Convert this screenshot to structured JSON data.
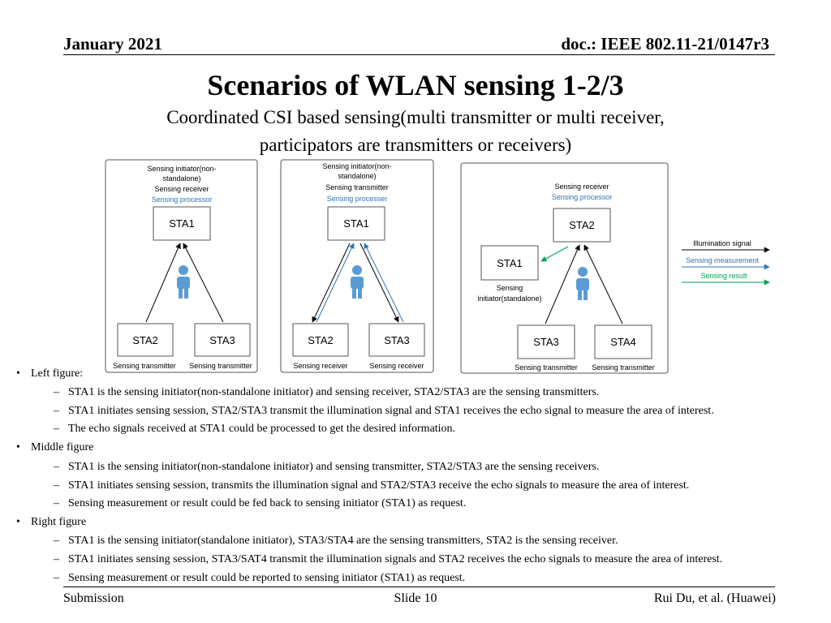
{
  "header": {
    "date": "January 2021",
    "doc": "doc.: IEEE 802.11-21/0147r3"
  },
  "title": "Scenarios of WLAN sensing 1-2/3",
  "subtitle": {
    "line1": "Coordinated CSI based sensing(multi transmitter or multi receiver,",
    "line2": "participators are transmitters or receivers)"
  },
  "colors": {
    "illumination": "#000000",
    "measurement": "#2e75b6",
    "result": "#00a050",
    "person": "#5b9bd5"
  },
  "diagram": {
    "left": {
      "role_lines": [
        "Sensing initiator(non-",
        "standalone)",
        "Sensing receiver"
      ],
      "processor": "Sensing processor",
      "top_sta": "STA1",
      "bottom_stas": [
        "STA2",
        "STA3"
      ],
      "bottom_labels": [
        "Sensing transmitter",
        "Sensing transmitter"
      ]
    },
    "middle": {
      "role_lines": [
        "Sensing initiator(non-",
        "standalone)",
        "Sensing transmitter"
      ],
      "processor": "Sensing processer",
      "top_sta": "STA1",
      "bottom_stas": [
        "STA2",
        "STA3"
      ],
      "bottom_labels": [
        "Sensing receiver",
        "Sensing receiver"
      ]
    },
    "right": {
      "role_line": "Sensing receiver",
      "processor": "Sensing processor",
      "top_sta": "STA2",
      "side_sta": "STA1",
      "side_labels": [
        "Sensing",
        "initiator(standalone)"
      ],
      "bottom_stas": [
        "STA3",
        "STA4"
      ],
      "bottom_labels": [
        "Sensing transmitter",
        "Sensing transmitter"
      ]
    },
    "legend": {
      "illumination": "Illumination signal",
      "measurement": "Sensing measurement",
      "result": "Sensing result"
    }
  },
  "bullets": [
    {
      "label": "Left figure:",
      "items": [
        "STA1 is the sensing initiator(non-standalone initiator) and sensing receiver, STA2/STA3 are the sensing transmitters.",
        "STA1 initiates sensing session, STA2/STA3 transmit the illumination signal and STA1 receives the echo signal to measure the area of interest.",
        "The echo signals received at STA1 could be processed to get the desired information."
      ]
    },
    {
      "label": "Middle figure",
      "items": [
        "STA1 is the sensing initiator(non-standalone initiator) and sensing transmitter, STA2/STA3 are the sensing receivers.",
        "STA1 initiates sensing session, transmits the illumination signal and STA2/STA3 receive the echo signals to measure the area of interest.",
        "Sensing measurement or result could be fed back to sensing initiator (STA1) as request."
      ]
    },
    {
      "label": "Right figure",
      "items": [
        "STA1 is the sensing initiator(standalone initiator), STA3/STA4 are the sensing transmitters, STA2 is the sensing receiver.",
        "STA1 initiates sensing session, STA3/SAT4 transmit the illumination signals and STA2 receives the echo signals to measure the area of interest.",
        "Sensing measurement or result could be reported to sensing initiator (STA1) as request."
      ]
    }
  ],
  "footer": {
    "left": "Submission",
    "center": "Slide 10",
    "right": "Rui Du, et al. (Huawei)"
  }
}
